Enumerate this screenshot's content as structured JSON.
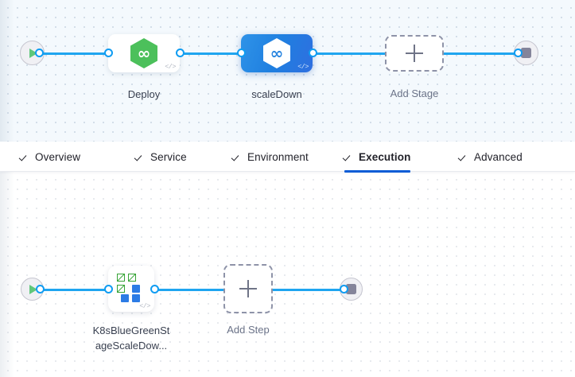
{
  "stage_canvas": {
    "start_node": {
      "name": "pipeline-start",
      "icon": "play-icon"
    },
    "end_node": {
      "name": "pipeline-end",
      "icon": "stop-icon"
    },
    "nodes": [
      {
        "id": "deploy",
        "label": "Deploy",
        "icon": "harness-hexagon-icon",
        "selected": false,
        "code_badge": "</>"
      },
      {
        "id": "scaledown",
        "label": "scaleDown",
        "icon": "harness-hexagon-icon",
        "selected": true,
        "code_badge": "</>"
      }
    ],
    "add_stage": {
      "label": "Add Stage",
      "icon": "plus-icon"
    }
  },
  "tabs": [
    {
      "id": "overview",
      "label": "Overview",
      "active": false,
      "check": "check-icon"
    },
    {
      "id": "service",
      "label": "Service",
      "active": false,
      "check": "check-icon"
    },
    {
      "id": "environment",
      "label": "Environment",
      "active": false,
      "check": "check-icon"
    },
    {
      "id": "execution",
      "label": "Execution",
      "active": true,
      "check": "check-icon"
    },
    {
      "id": "advanced",
      "label": "Advanced",
      "active": false,
      "check": "check-icon"
    }
  ],
  "step_canvas": {
    "start_node": {
      "name": "execution-start",
      "icon": "play-icon"
    },
    "end_node": {
      "name": "execution-end",
      "icon": "stop-icon"
    },
    "steps": [
      {
        "id": "k8s-bluegreen-scaledown",
        "label_line1": "K8sBlueGreenSt",
        "label_line2": "ageScaleDow...",
        "icon": "kubernetes-scale-icon",
        "code_badge": "</>"
      }
    ],
    "add_step": {
      "label": "Add Step",
      "icon": "plus-icon"
    }
  },
  "colors": {
    "accent_blue": "#1fa5f0",
    "active_tab_underline": "#0b5cd6",
    "selected_node": "#2f8ae4",
    "harness_green": "#4cc05b",
    "k8s_green": "#36a336",
    "k8s_blue": "#2c7be5",
    "stage_canvas_bg": "#f4f9fd",
    "step_canvas_bg": "#ffffff"
  }
}
